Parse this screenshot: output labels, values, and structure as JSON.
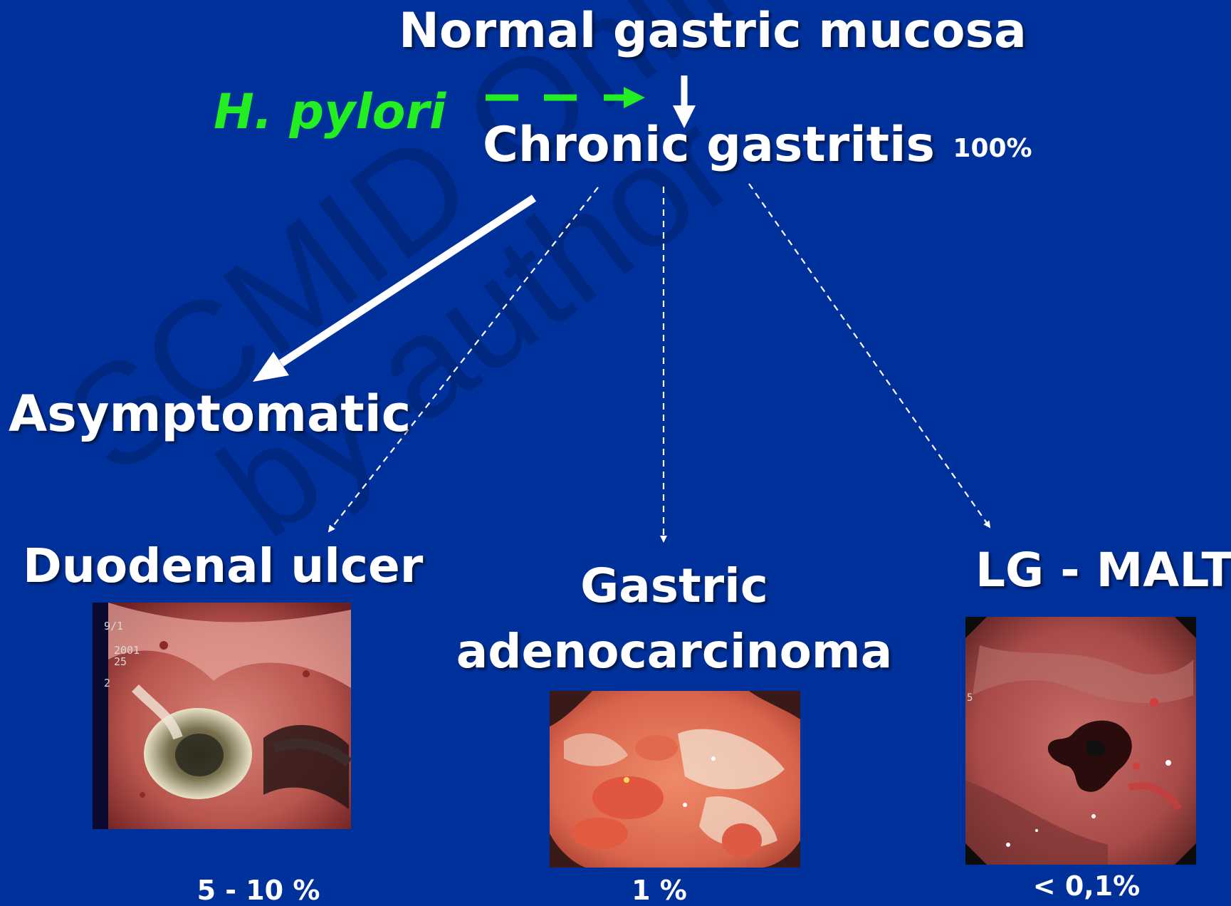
{
  "nodes": {
    "normal_mucosa": "Normal gastric mucosa",
    "h_pylori": "H. pylori",
    "chronic_gastritis": "Chronic gastritis",
    "chronic_gastritis_pct": "100%",
    "asymptomatic": "Asymptomatic",
    "duodenal_ulcer": "Duodenal ulcer",
    "duodenal_ulcer_pct": "5 - 10 %",
    "gastric_adenocarcinoma_line1": "Gastric",
    "gastric_adenocarcinoma_line2": "adenocarcinoma",
    "gastric_adenocarcinoma_pct": "1 %",
    "lg_malt": "LG - MALT",
    "lg_malt_pct": "< 0,1%"
  },
  "photo_overlay": {
    "duodenal_ulcer_text": [
      "9/1",
      "2001",
      "25",
      "2"
    ],
    "lg_malt_text": "5"
  },
  "watermark": [
    "SCMID Online Lecture Li",
    "by author"
  ],
  "colors": {
    "background": "#00309a",
    "h_pylori": "#22ee22",
    "text": "#ffffff"
  }
}
